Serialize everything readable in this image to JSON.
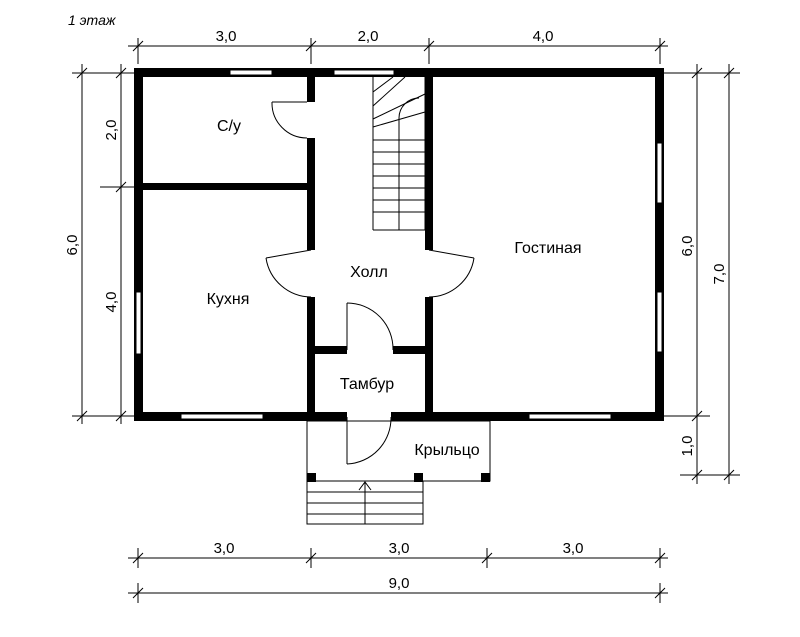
{
  "floor_label": "1 этаж",
  "rooms": {
    "bathroom": "С/у",
    "kitchen": "Кухня",
    "hall": "Холл",
    "vestibule": "Тамбур",
    "living_room": "Гостиная",
    "porch": "Крыльцо"
  },
  "dimensions": {
    "top": [
      "3,0",
      "2,0",
      "4,0"
    ],
    "bottom_parts": [
      "3,0",
      "3,0",
      "3,0"
    ],
    "bottom_total": "9,0",
    "left_parts": [
      "2,0",
      "4,0"
    ],
    "left_total": "6,0",
    "right_parts": [
      "6,0",
      "1,0"
    ],
    "right_total": "7,0"
  }
}
